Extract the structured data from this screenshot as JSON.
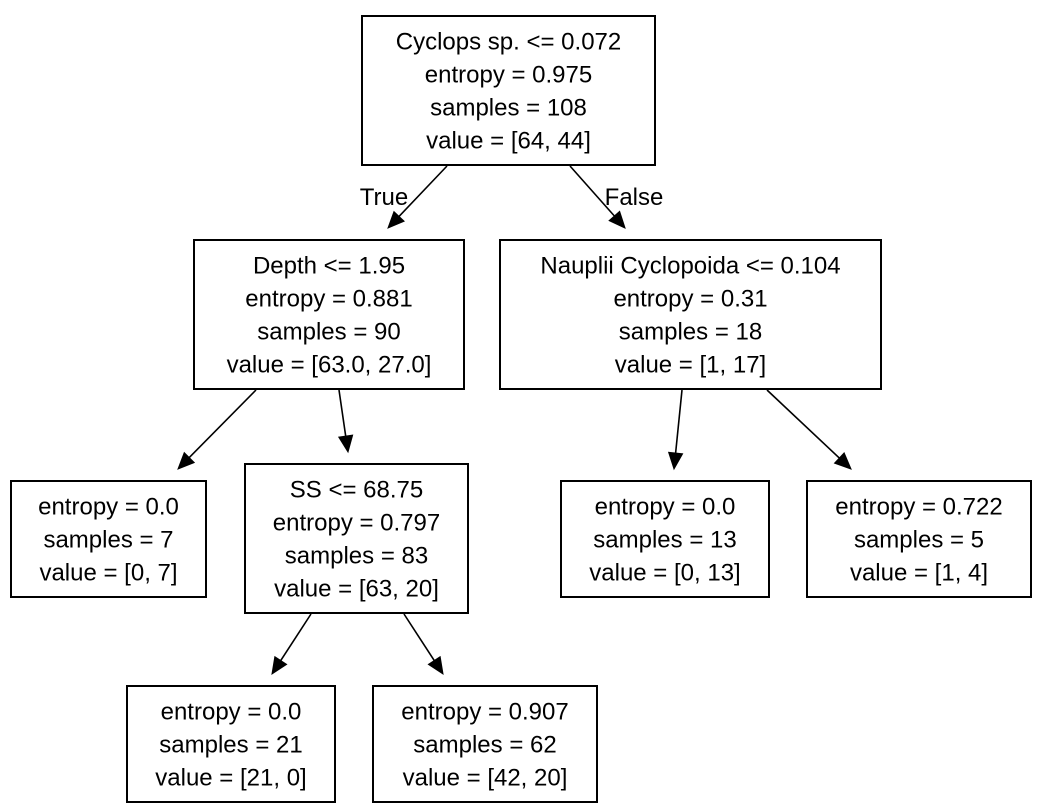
{
  "tree": {
    "nodes": [
      {
        "id": "root",
        "lines": [
          "Cyclops sp. <= 0.072",
          "entropy = 0.975",
          "samples = 108",
          "value = [64, 44]"
        ]
      },
      {
        "id": "n1",
        "lines": [
          "Depth <= 1.95",
          "entropy = 0.881",
          "samples = 90",
          "value = [63.0, 27.0]"
        ]
      },
      {
        "id": "n2",
        "lines": [
          "Nauplii Cyclopoida <= 0.104",
          "entropy = 0.31",
          "samples = 18",
          "value = [1, 17]"
        ]
      },
      {
        "id": "n3",
        "lines": [
          "entropy = 0.0",
          "samples = 7",
          "value = [0, 7]"
        ]
      },
      {
        "id": "n4",
        "lines": [
          "SS <= 68.75",
          "entropy = 0.797",
          "samples = 83",
          "value = [63, 20]"
        ]
      },
      {
        "id": "n5",
        "lines": [
          "entropy = 0.0",
          "samples = 13",
          "value = [0, 13]"
        ]
      },
      {
        "id": "n6",
        "lines": [
          "entropy = 0.722",
          "samples = 5",
          "value = [1, 4]"
        ]
      },
      {
        "id": "n7",
        "lines": [
          "entropy = 0.0",
          "samples = 21",
          "value = [21, 0]"
        ]
      },
      {
        "id": "n8",
        "lines": [
          "entropy = 0.907",
          "samples = 62",
          "value = [42, 20]"
        ]
      }
    ],
    "edges": [
      {
        "from": "root",
        "to": "n1",
        "label": "True"
      },
      {
        "from": "root",
        "to": "n2",
        "label": "False"
      },
      {
        "from": "n1",
        "to": "n3",
        "label": ""
      },
      {
        "from": "n1",
        "to": "n4",
        "label": ""
      },
      {
        "from": "n2",
        "to": "n5",
        "label": ""
      },
      {
        "from": "n2",
        "to": "n6",
        "label": ""
      },
      {
        "from": "n4",
        "to": "n7",
        "label": ""
      },
      {
        "from": "n4",
        "to": "n8",
        "label": ""
      }
    ]
  }
}
